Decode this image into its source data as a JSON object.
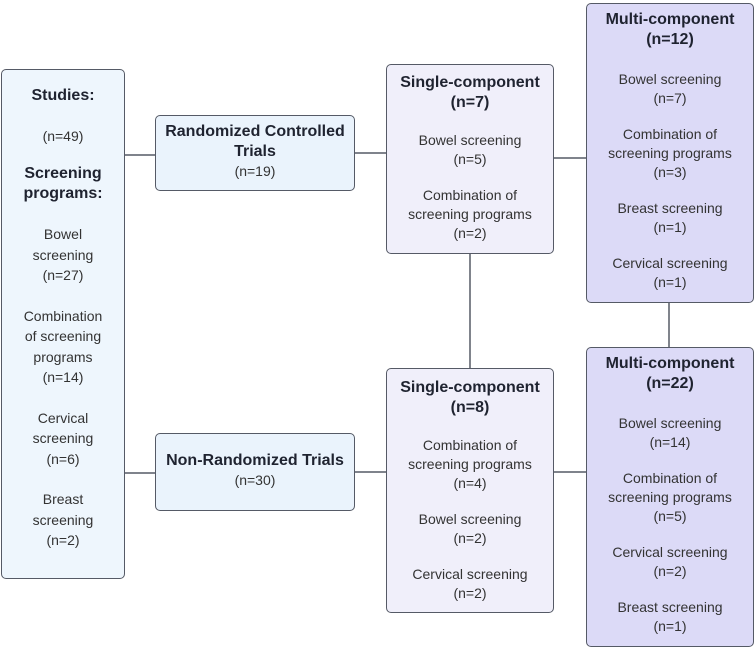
{
  "studies": {
    "title": "Studies:",
    "count": "(n=49)",
    "programs_title_1": "Screening",
    "programs_title_2": "programs:",
    "items": [
      {
        "l1": "Bowel",
        "l2": "screening",
        "n": "(n=27)"
      },
      {
        "l1": "Combination",
        "l2": "of screening",
        "l3": "programs",
        "n": "(n=14)"
      },
      {
        "l1": "Cervical",
        "l2": "screening",
        "n": "(n=6)"
      },
      {
        "l1": "Breast",
        "l2": "screening",
        "n": "(n=2)"
      }
    ]
  },
  "rct": {
    "title_1": "Randomized Controlled",
    "title_2": "Trials",
    "count": "(n=19)"
  },
  "nrt": {
    "title": "Non-Randomized Trials",
    "count": "(n=30)"
  },
  "rct_single": {
    "title": "Single-component",
    "count": "(n=7)",
    "items": [
      {
        "l1": "Bowel screening",
        "n": "(n=5)"
      },
      {
        "l1": "Combination of",
        "l2": "screening programs",
        "n": "(n=2)"
      }
    ]
  },
  "rct_multi": {
    "title": "Multi-component",
    "count": "(n=12)",
    "items": [
      {
        "l1": "Bowel screening",
        "n": "(n=7)"
      },
      {
        "l1": "Combination of",
        "l2": "screening programs",
        "n": "(n=3)"
      },
      {
        "l1": "Breast screening",
        "n": "(n=1)"
      },
      {
        "l1": "Cervical screening",
        "n": "(n=1)"
      }
    ]
  },
  "nrt_single": {
    "title": "Single-component",
    "count": "(n=8)",
    "items": [
      {
        "l1": "Combination of",
        "l2": "screening programs",
        "n": "(n=4)"
      },
      {
        "l1": "Bowel screening",
        "n": "(n=2)"
      },
      {
        "l1": "Cervical screening",
        "n": "(n=2)"
      }
    ]
  },
  "nrt_multi": {
    "title": "Multi-component",
    "count": "(n=22)",
    "items": [
      {
        "l1": "Bowel screening",
        "n": "(n=14)"
      },
      {
        "l1": "Combination of",
        "l2": "screening programs",
        "n": "(n=5)"
      },
      {
        "l1": "Cervical screening",
        "n": "(n=2)"
      },
      {
        "l1": "Breast screening",
        "n": "(n=1)"
      }
    ]
  }
}
